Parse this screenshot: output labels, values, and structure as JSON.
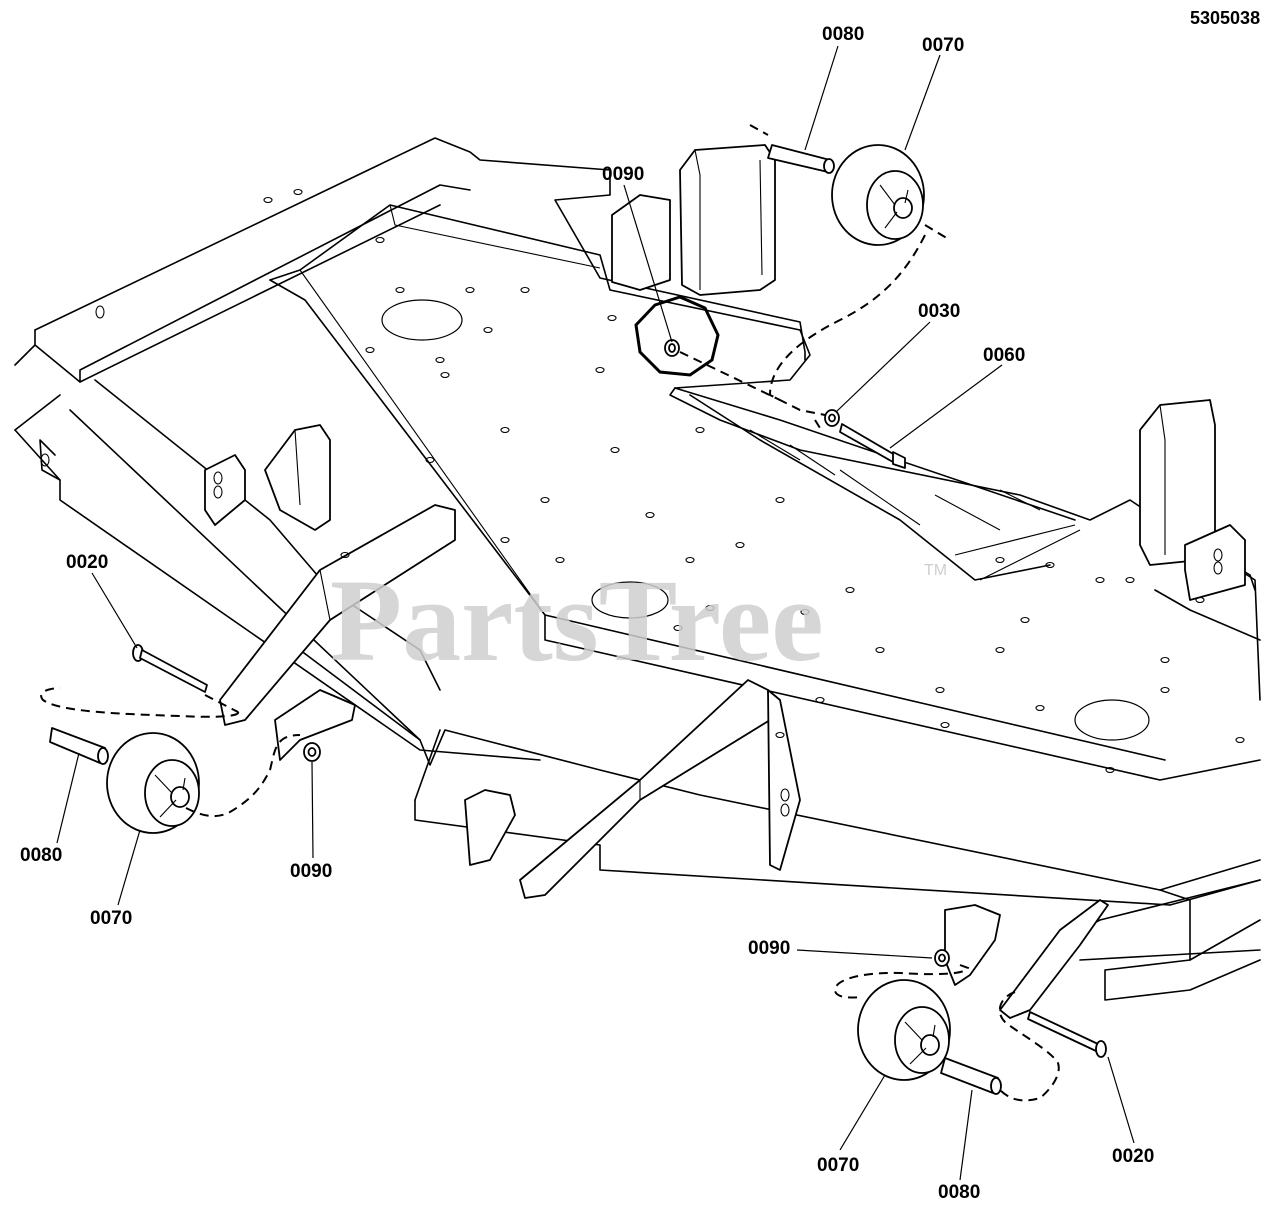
{
  "document_number": "5305038",
  "watermark": {
    "text": "PartsTree",
    "mark": "TM"
  },
  "callouts": [
    {
      "id": "c-0080-top",
      "label": "0080"
    },
    {
      "id": "c-0070-top",
      "label": "0070"
    },
    {
      "id": "c-0090-top",
      "label": "0090"
    },
    {
      "id": "c-0030",
      "label": "0030"
    },
    {
      "id": "c-0060",
      "label": "0060"
    },
    {
      "id": "c-0020-left",
      "label": "0020"
    },
    {
      "id": "c-0080-left",
      "label": "0080"
    },
    {
      "id": "c-0070-left",
      "label": "0070"
    },
    {
      "id": "c-0090-left",
      "label": "0090"
    },
    {
      "id": "c-0090-right",
      "label": "0090"
    },
    {
      "id": "c-0070-bottom",
      "label": "0070"
    },
    {
      "id": "c-0080-bottom",
      "label": "0080"
    },
    {
      "id": "c-0020-right",
      "label": "0020"
    }
  ]
}
